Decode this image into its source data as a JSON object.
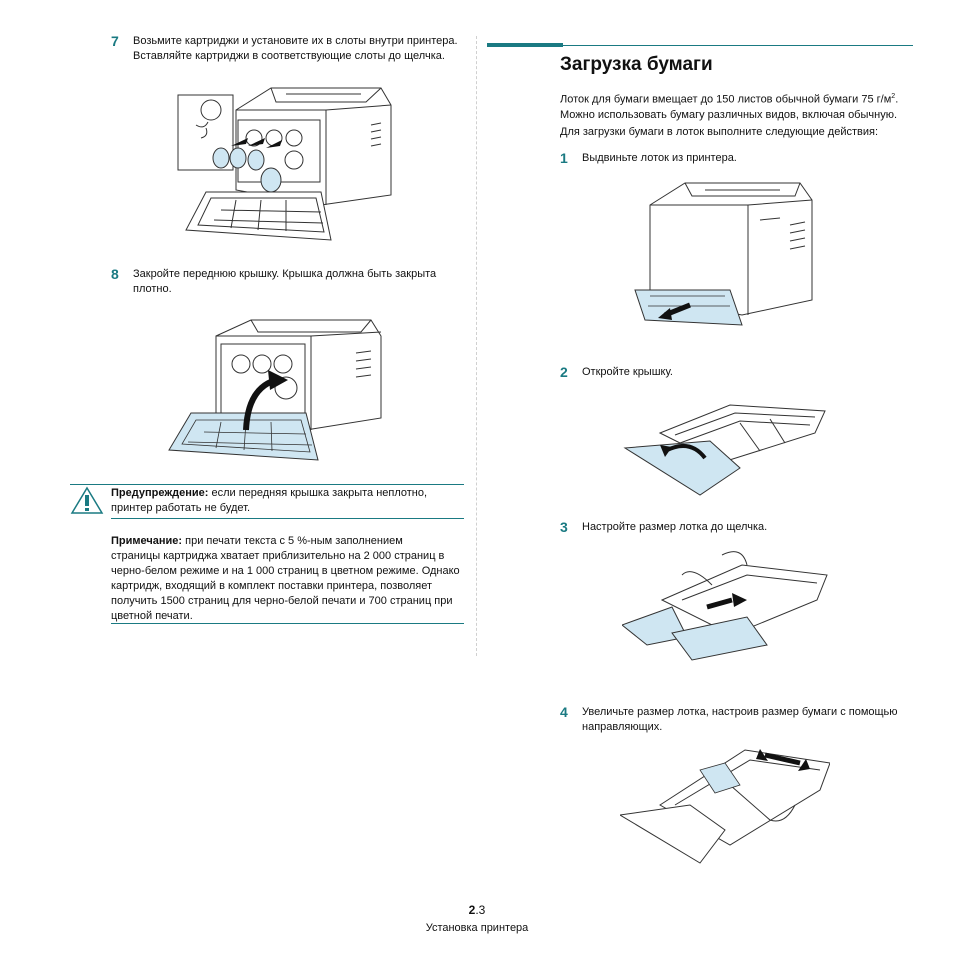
{
  "left": {
    "step7": {
      "num": "7",
      "line1": "Возьмите картриджи и установите их в слоты внутри принтера.",
      "line2": "Вставляйте картриджи в соответствующие слоты до щелчка."
    },
    "step8": {
      "num": "8",
      "line1": "Закройте переднюю крышку. Крышка должна быть закрыта",
      "line2": "плотно."
    },
    "warning": {
      "label": "Предупреждение:",
      "line1": " если передняя крышка закрыта неплотно,",
      "line2": "принтер работать не будет."
    },
    "note": {
      "label": "Примечание:",
      "line1": " при печати текста с 5 %-ным заполнением",
      "line2": "страницы картриджа хватает приблизительно на 2 000 страниц в",
      "line3": "черно-белом режиме и на 1 000 страниц в цветном режиме. Однако",
      "line4": "картридж, входящий в комплект поставки принтера, позволяет",
      "line5": "получить 1500 страниц для черно-белой печати и 700 страниц при",
      "line6": "цветной печати."
    }
  },
  "right": {
    "heading": "Загрузка бумаги",
    "intro": {
      "line1a": "Лоток для бумаги вмещает до 150 листов обычной бумаги 75 г/м",
      "sup": "2",
      "line1b": ".",
      "line2": "Можно использовать бумагу различных видов, включая обычную."
    },
    "instruction": "Для загрузки бумаги в лоток выполните следующие действия:",
    "steps": [
      {
        "num": "1",
        "text": "Выдвиньте лоток из принтера."
      },
      {
        "num": "2",
        "text": "Откройте крышку."
      },
      {
        "num": "3",
        "text": "Настройте размер лотка до щелчка."
      },
      {
        "num": "4",
        "line1": "Увеличьте размер лотка, настроив размер бумаги с помощью",
        "line2": "направляющих."
      }
    ]
  },
  "footer": {
    "page_bold": "2",
    "page_rest": ".3",
    "section": "Установка принтера"
  },
  "colors": {
    "accent": "#1a7a82",
    "tray_blue": "#cfe6f2"
  }
}
